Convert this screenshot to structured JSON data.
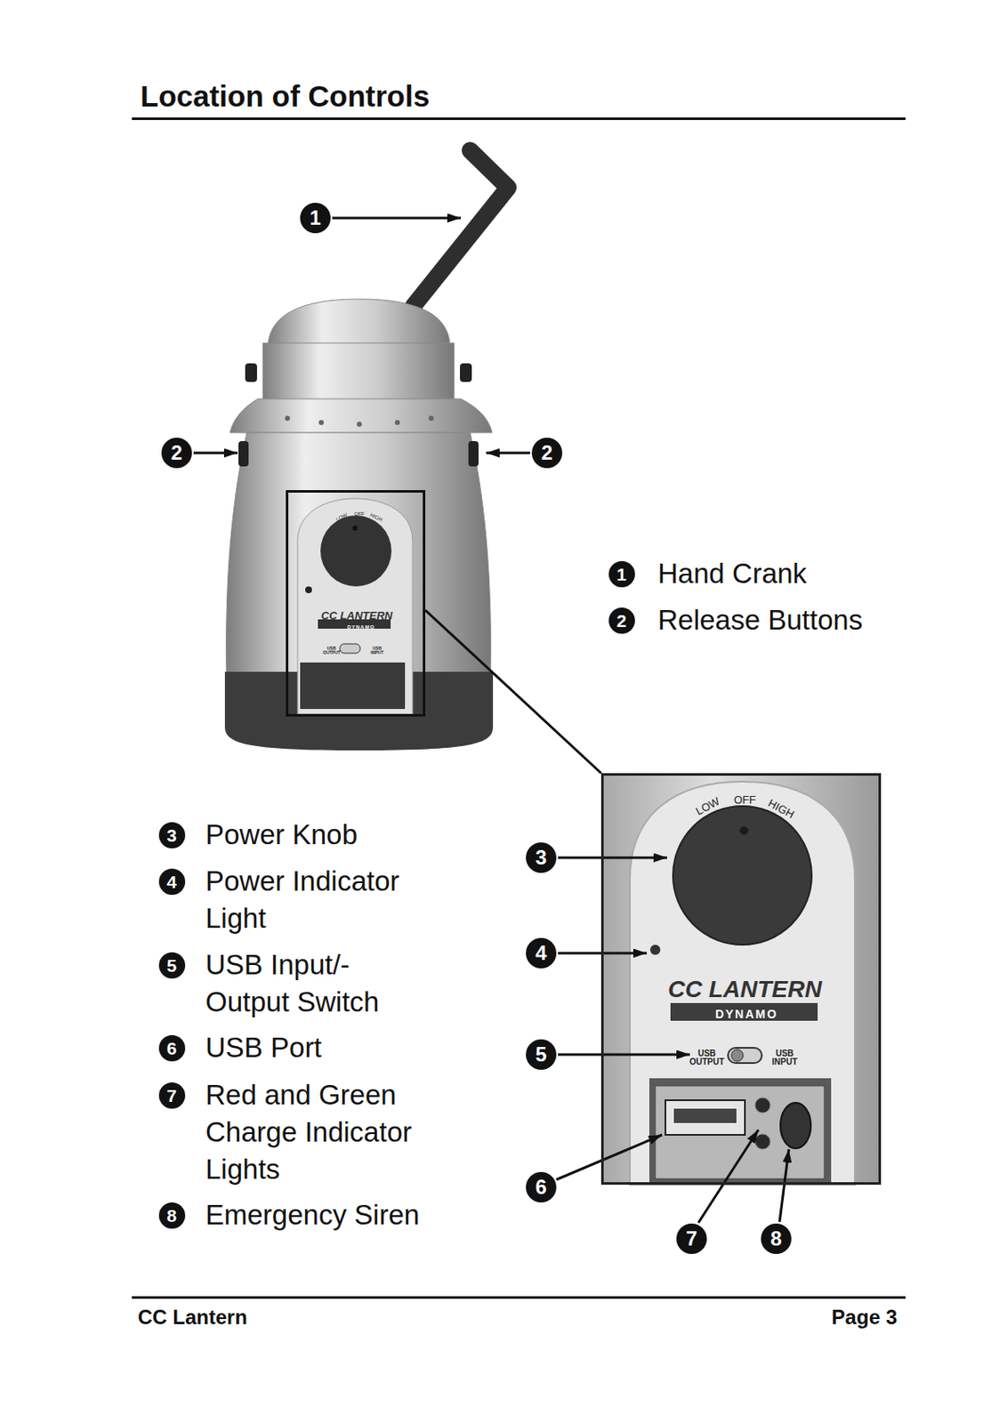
{
  "diagram": {
    "title": "Location of Controls",
    "nodes": [
      {
        "text": [
          "LOW",
          "OFF",
          "HIGH",
          "CC LANTERN",
          "DYNAMO",
          "USB OUTPUT",
          "USB INPUT"
        ]
      },
      {
        "text": [
          "LOW",
          "OFF",
          "HIGH",
          "CC LANTERN",
          "DYNAMO",
          "USB OUTPUT",
          "USB INPUT"
        ]
      }
    ],
    "edges": [
      {
        "from": 0,
        "to": 1,
        "arrow": "none"
      }
    ],
    "labels": [
      "1",
      "2",
      "2",
      "3",
      "4",
      "5",
      "6",
      "7",
      "8",
      "1",
      "Hand Crank",
      "2",
      "Release Buttons",
      "3",
      "Power Knob",
      "4",
      "Power Indicator Light",
      "5",
      "USB Input/- Output Switch",
      "6",
      "USB Port",
      "7",
      "Red and Green Charge Indicator Lights",
      "8",
      "Emergency Siren",
      "CC Lantern",
      "Page 3"
    ]
  }
}
